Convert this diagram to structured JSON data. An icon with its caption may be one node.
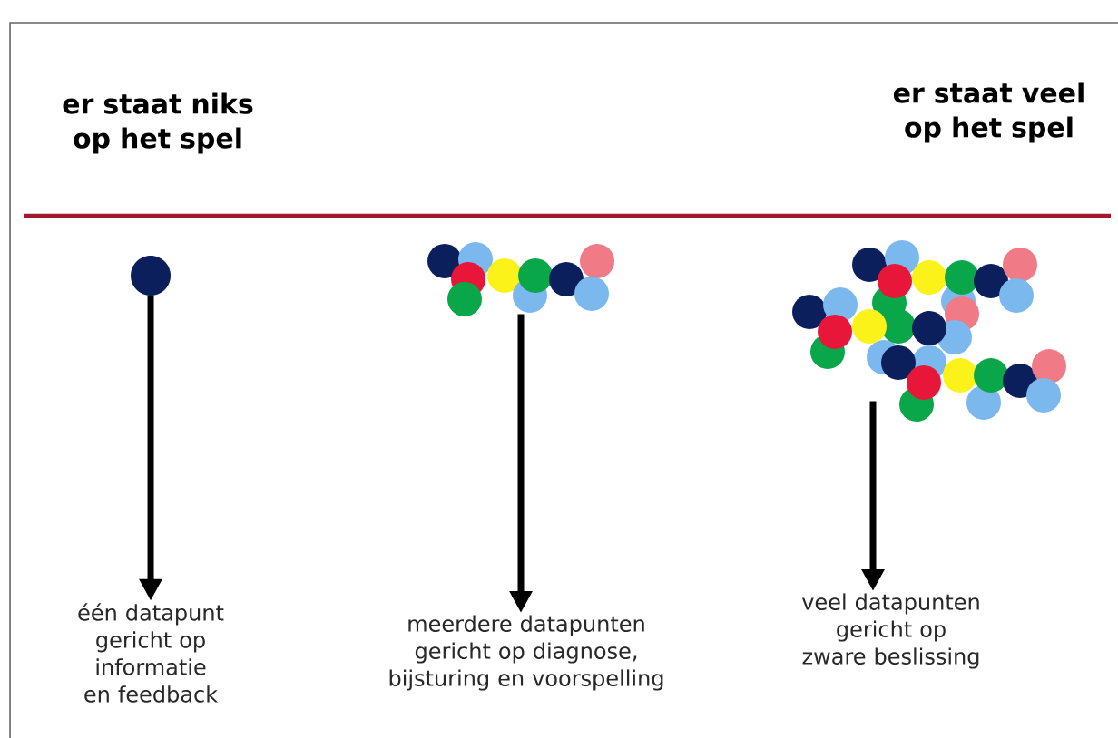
{
  "diagram": {
    "nodes": [
      {
        "text": [],
        "shape": "circle"
      },
      {
        "text": [],
        "shape": "picture"
      },
      {
        "text": [],
        "shape": "picture"
      },
      {
        "text": [
          "één datapunt gericht op informatie en feedback"
        ]
      },
      {
        "text": [
          "meerdere datapunten gericht op diagnose, bijsturing en voorspelling"
        ]
      },
      {
        "text": [
          "veel datapunten gericht op zware beslissing"
        ]
      }
    ],
    "edges": [
      {
        "from": 0,
        "to": 3,
        "arrow": "to"
      },
      {
        "from": 1,
        "to": 4,
        "arrow": "to"
      },
      {
        "from": 2,
        "to": 5,
        "arrow": "to"
      }
    ],
    "labels": [
      "er staat niks op het spel",
      "er staat veel op het spel"
    ]
  }
}
